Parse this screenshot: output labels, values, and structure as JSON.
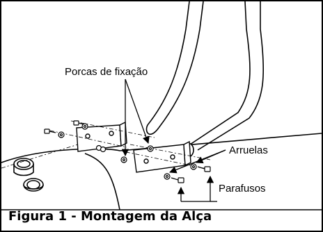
{
  "figure": {
    "caption": "Figura 1 - Montagem da Alça",
    "callouts": {
      "nuts": "Porcas de fixação",
      "washers": "Arruelas",
      "screws": "Parafusos"
    }
  }
}
